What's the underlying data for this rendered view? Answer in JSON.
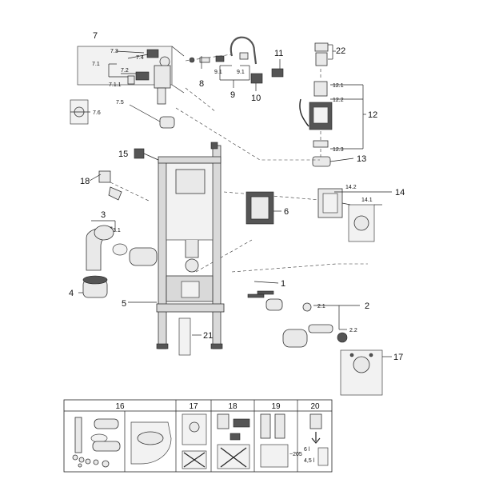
{
  "callouts": {
    "p1": "1",
    "p2": "2",
    "p2_1": "2.1",
    "p2_2": "2.2",
    "p3": "3",
    "p3_1": "3.1",
    "p4": "4",
    "p5": "5",
    "p6": "6",
    "p7": "7",
    "p7_1": "7.1",
    "p7_1_1": "7.1.1",
    "p7_2": "7.2",
    "p7_3": "7.3",
    "p7_4": "7.4",
    "p7_5": "7.5",
    "p7_6": "7.6",
    "p8": "8",
    "p9": "9",
    "p9_1a": "9.1",
    "p9_1b": "9.1",
    "p10": "10",
    "p11": "11",
    "p12": "12",
    "p12_1": "12.1",
    "p12_2": "12.2",
    "p12_3": "12.3",
    "p13": "13",
    "p14": "14",
    "p14_1": "14.1",
    "p14_2": "14.2",
    "p15": "15",
    "p17": "17",
    "p18": "18",
    "p21": "21",
    "p22": "22"
  },
  "accessory_table": {
    "headers": [
      "16",
      "17",
      "18",
      "19",
      "20"
    ],
    "dim_label": "~205",
    "panel20_text_a": "6 l",
    "panel20_text_b": "4,5 l"
  }
}
